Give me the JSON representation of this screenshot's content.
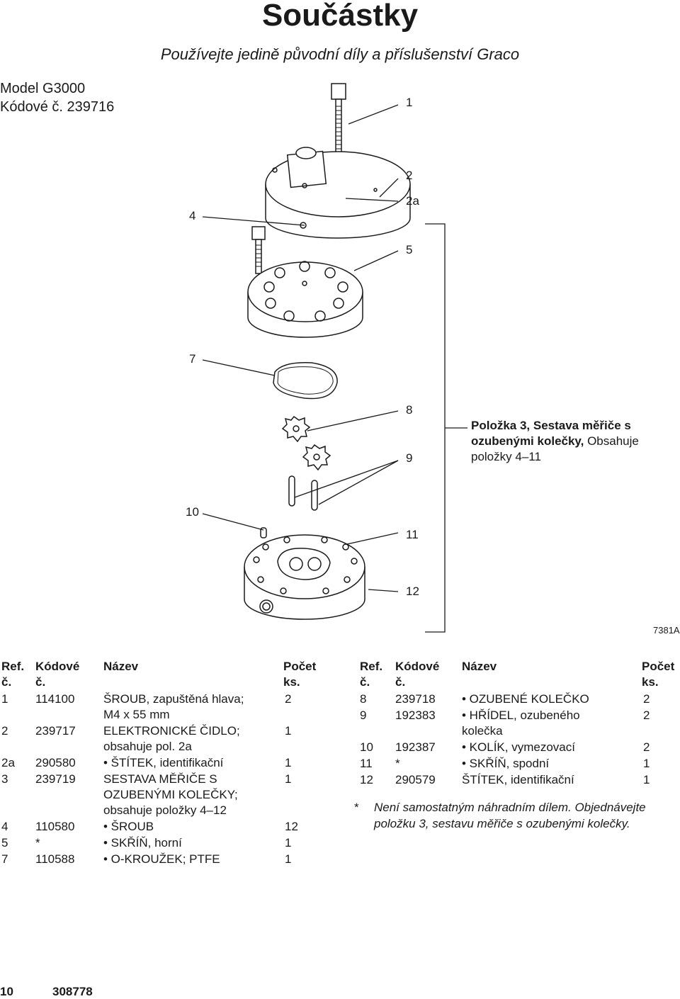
{
  "title": "Součástky",
  "subtitle": "Používejte jedině původní díly a příslušenství Graco",
  "model": {
    "line1": "Model G3000",
    "line2": "Kódové č. 239716"
  },
  "figure": {
    "callouts": [
      "1",
      "2",
      "2a",
      "4",
      "5",
      "7",
      "8",
      "9",
      "10",
      "11",
      "12"
    ],
    "code": "7381A",
    "assembly_note": {
      "bold": "Položka 3, Sestava měřiče s ozubenými kolečky,",
      "rest": " Obsahuje položky 4–11"
    }
  },
  "table_headers": {
    "ref": [
      "Ref.",
      "č."
    ],
    "code": [
      "Kódové",
      "č."
    ],
    "name": "Název",
    "qty": [
      "Počet",
      "ks."
    ]
  },
  "parts_left": [
    {
      "ref": "1",
      "code": "114100",
      "name": [
        "ŠROUB, zapuštěná hlava;",
        "M4 x 55 mm"
      ],
      "qty": "2"
    },
    {
      "ref": "2",
      "code": "239717",
      "name": [
        "ELEKTRONICKÉ ČIDLO;",
        "obsahuje pol. 2a"
      ],
      "qty": "1"
    },
    {
      "ref": "2a",
      "code": "290580",
      "name": [
        "• ŠTÍTEK, identifikační"
      ],
      "qty": "1"
    },
    {
      "ref": "3",
      "code": "239719",
      "name": [
        "SESTAVA MĚŘIČE S",
        "OZUBENÝMI KOLEČKY;",
        "obsahuje položky 4–12"
      ],
      "qty": "1"
    },
    {
      "ref": "4",
      "code": "110580",
      "name": [
        "• ŠROUB"
      ],
      "qty": "12"
    },
    {
      "ref": "5",
      "code": "*",
      "name": [
        "• SKŘÍŇ, horní"
      ],
      "qty": "1"
    },
    {
      "ref": "7",
      "code": "110588",
      "name": [
        "• O-KROUŽEK; PTFE"
      ],
      "qty": "1"
    }
  ],
  "parts_right": [
    {
      "ref": "8",
      "code": "239718",
      "name": [
        "• OZUBENÉ KOLEČKO"
      ],
      "qty": "2"
    },
    {
      "ref": "9",
      "code": "192383",
      "name": [
        "• HŘÍDEL, ozubeného",
        "kolečka"
      ],
      "qty": "2"
    },
    {
      "ref": "10",
      "code": "192387",
      "name": [
        "• KOLÍK, vymezovací"
      ],
      "qty": "2"
    },
    {
      "ref": "11",
      "code": "*",
      "name": [
        "• SKŘÍŇ, spodní"
      ],
      "qty": "1"
    },
    {
      "ref": "12",
      "code": "290579",
      "name": [
        "ŠTÍTEK, identifikační"
      ],
      "qty": "1"
    }
  ],
  "footnote": {
    "mark": "*",
    "text": "Není samostatným náhradním dílem. Objednávejte položku 3, sestavu měřiče s ozubenými kolečky."
  },
  "footer": {
    "page": "10",
    "doc": "308778"
  }
}
